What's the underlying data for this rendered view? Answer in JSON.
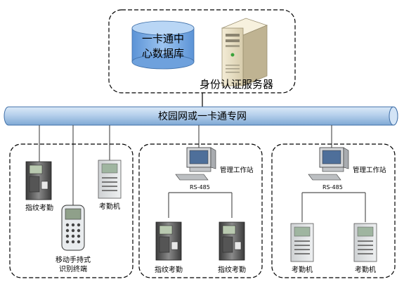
{
  "diagram": {
    "server_zone": {
      "database_label_line1": "一卡通中",
      "database_label_line2": "心数据库",
      "server_label": "身份认证服务器"
    },
    "network_bus": {
      "label": "校园网或一卡通专网"
    },
    "group_left": {
      "fingerprint_label": "指纹考勤",
      "attendance_label": "考勤机",
      "handheld_label_line1": "移动手持式",
      "handheld_label_line2": "识别终端"
    },
    "group_middle": {
      "workstation_label": "管理工作站",
      "bus_label": "RS-485",
      "device1_label": "指纹考勤",
      "device2_label": "指纹考勤"
    },
    "group_right": {
      "workstation_label": "管理工作站",
      "bus_label": "RS-485",
      "device1_label": "考勤机",
      "device2_label": "考勤机"
    }
  }
}
